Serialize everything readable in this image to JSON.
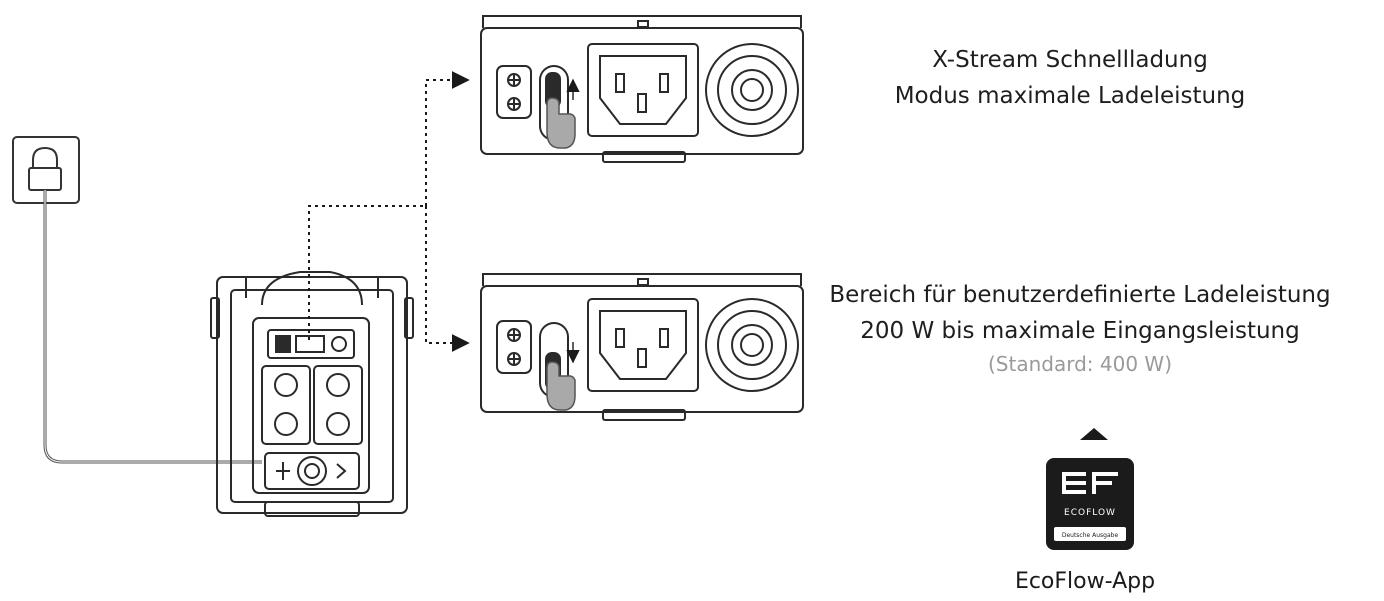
{
  "top_mode": {
    "line1": "X-Stream Schnellladung",
    "line2": "Modus maximale Ladeleistung"
  },
  "bottom_mode": {
    "line1": "Bereich für benutzerdefinierte Ladeleistung",
    "line2": "200 W bis maximale Eingangsleistung",
    "line3": "(Standard: 400 W)"
  },
  "app": {
    "brand_text": "ECOFLOW",
    "badge_text": "Deutsche Ausgabe",
    "caption": "EcoFlow-App"
  },
  "icons": [
    "wall-socket-icon",
    "power-station-icon",
    "ac-input-panel-icon",
    "slide-switch-icon",
    "hand-pointer-icon",
    "app-icon",
    "triangle-up-icon"
  ],
  "colors": {
    "line": "#2a2a2a",
    "hand": "#a9a9a9",
    "sub_text": "#9a9a9a"
  }
}
